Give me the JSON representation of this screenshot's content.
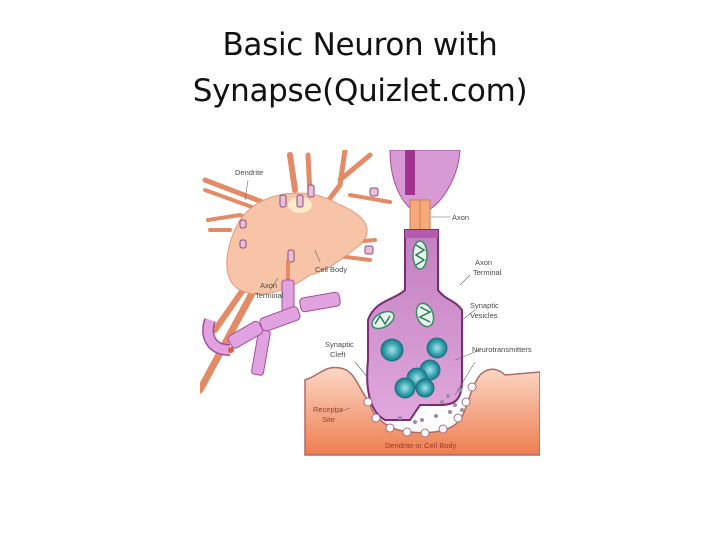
{
  "slide": {
    "title_line1": "Basic Neuron with",
    "title_line2": "Synapse(Quizlet.com)"
  },
  "diagram": {
    "labels": {
      "dendrite": "Dendrite",
      "cell_body": "Cell Body",
      "axon_terminal_left_1": "Axon",
      "axon_terminal_left_2": "Terminal",
      "axon": "Axon",
      "axon_terminal_right_1": "Axon",
      "axon_terminal_right_2": "Terminal",
      "synaptic_vesicles_1": "Synaptic",
      "synaptic_vesicles_2": "Vesicles",
      "synaptic_cleft_1": "Synaptic",
      "synaptic_cleft_2": "Cleft",
      "neurotransmitters": "Neurotransmitters",
      "receptor_site_1": "Receptor",
      "receptor_site_2": "Site",
      "dendrite_or_cell_body": "Dendrite or Cell Body"
    },
    "colors": {
      "cell_body": "#f7c4a8",
      "dendrite": "#e88f6c",
      "axon_purple": "#d99ad6",
      "axon_dark": "#a0338f",
      "vesicle": "#2a9aa8",
      "postsynaptic": "#f08a5c"
    }
  }
}
